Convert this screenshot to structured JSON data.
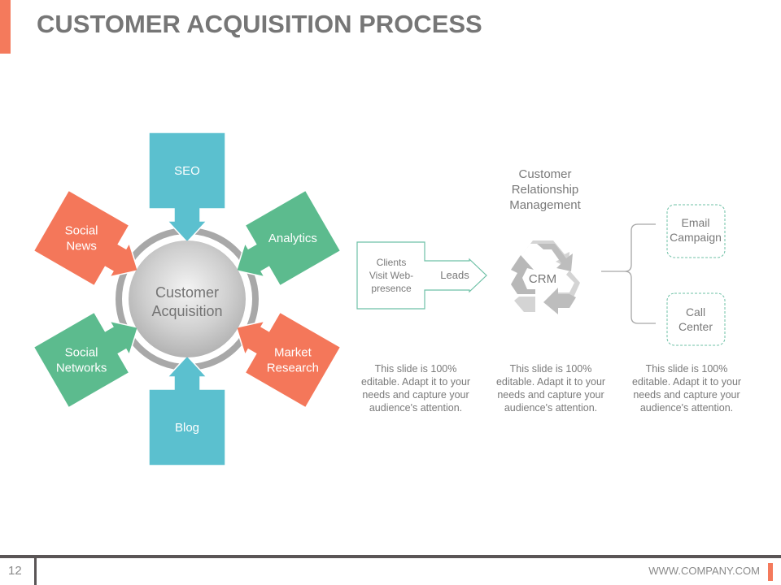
{
  "slide": {
    "title": "CUSTOMER ACQUISITION PROCESS",
    "page_number": "12",
    "footer_url": "WWW.COMPANY.COM"
  },
  "colors": {
    "accent": "#f47a5c",
    "teal": "#5bc0cf",
    "green": "#5cbb8e",
    "coral": "#f4775a",
    "gray_ring": "#a8a8a8",
    "text_gray": "#7a7a7a"
  },
  "hub": {
    "center_label_line1": "Customer",
    "center_label_line2": "Acquisition",
    "spokes": [
      {
        "id": "seo",
        "line1": "SEO",
        "line2": "",
        "color": "teal"
      },
      {
        "id": "analytics",
        "line1": "Analytics",
        "line2": "",
        "color": "green"
      },
      {
        "id": "market-research",
        "line1": "Market",
        "line2": "Research",
        "color": "coral"
      },
      {
        "id": "blog",
        "line1": "Blog",
        "line2": "",
        "color": "teal"
      },
      {
        "id": "social-networks",
        "line1": "Social",
        "line2": "Networks",
        "color": "green"
      },
      {
        "id": "social-news",
        "line1": "Social",
        "line2": "News",
        "color": "coral"
      }
    ]
  },
  "flow": {
    "clients_line1": "Clients",
    "clients_line2": "Visit Web-",
    "clients_line3": "presence",
    "leads_label": "Leads",
    "crm_title_line1": "Customer",
    "crm_title_line2": "Relationship",
    "crm_title_line3": "Management",
    "crm_label": "CRM",
    "channels": [
      {
        "line1": "Email",
        "line2": "Campaign"
      },
      {
        "line1": "Call",
        "line2": "Center"
      }
    ]
  },
  "captions": [
    "This slide is 100% editable. Adapt it to your needs and capture your audience's attention.",
    "This slide is 100% editable. Adapt it to your needs and capture your audience's attention.",
    "This slide is 100% editable. Adapt it to your needs and capture your audience's attention."
  ]
}
